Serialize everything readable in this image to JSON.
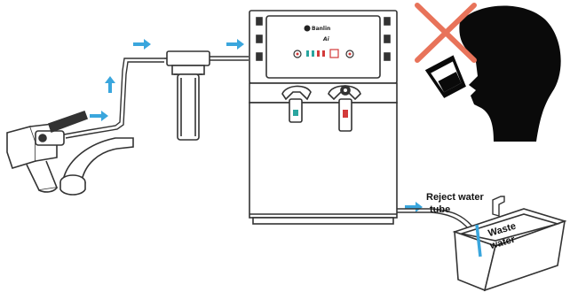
{
  "diagram": {
    "brand_text": "Banlin",
    "reject_label_line1": "Reject water",
    "reject_label_line2": "tube",
    "waste_label_line1": "Waste",
    "waste_label_line2": "water",
    "colors": {
      "arrow": "#3aa6dd",
      "no_drink_cross": "#e8735a",
      "silhouette": "#0a0a0a",
      "outline": "#333333",
      "indicator_red": "#d33a3a",
      "indicator_teal": "#2aa6a0"
    },
    "icons": [
      "faucet-icon",
      "angle-valve-icon",
      "filter-housing-icon",
      "water-purifier-icon",
      "person-drinking-icon",
      "cross-icon",
      "waste-tray-icon"
    ]
  }
}
